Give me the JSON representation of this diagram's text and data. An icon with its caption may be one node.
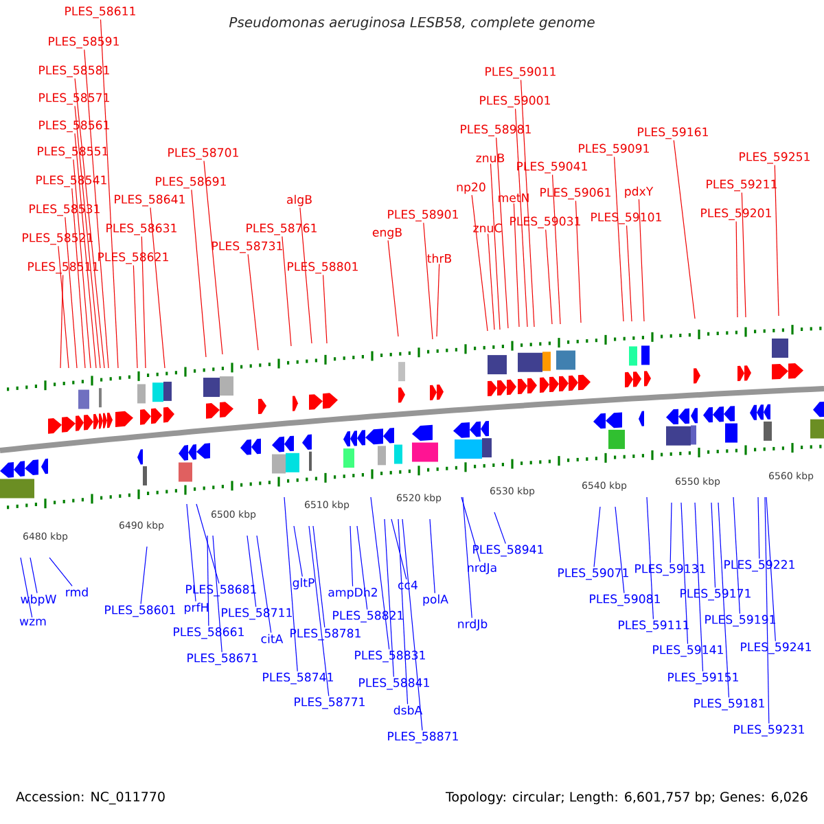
{
  "diagram": {
    "title": "Pseudomonas aeruginosa LESB58, complete genome",
    "nodes": [
      {
        "text": [
          "PLES_58511"
        ]
      },
      {
        "text": [
          "PLES_58521"
        ]
      },
      {
        "text": [
          "PLES_58531"
        ]
      },
      {
        "text": [
          "PLES_58541"
        ]
      },
      {
        "text": [
          "PLES_58551"
        ]
      },
      {
        "text": [
          "PLES_58561"
        ]
      },
      {
        "text": [
          "PLES_58571"
        ]
      },
      {
        "text": [
          "PLES_58581"
        ]
      },
      {
        "text": [
          "PLES_58591"
        ]
      },
      {
        "text": [
          "PLES_58611"
        ]
      },
      {
        "text": [
          "PLES_58621"
        ]
      },
      {
        "text": [
          "PLES_58631"
        ]
      },
      {
        "text": [
          "PLES_58641"
        ]
      },
      {
        "text": [
          "PLES_58691"
        ]
      },
      {
        "text": [
          "PLES_58701"
        ]
      },
      {
        "text": [
          "PLES_58731"
        ]
      },
      {
        "text": [
          "PLES_58761"
        ]
      },
      {
        "text": [
          "algB"
        ]
      },
      {
        "text": [
          "PLES_58801"
        ]
      },
      {
        "text": [
          "engB"
        ]
      },
      {
        "text": [
          "PLES_58901"
        ]
      },
      {
        "text": [
          "thrB"
        ]
      },
      {
        "text": [
          "np20"
        ]
      },
      {
        "text": [
          "znuC"
        ]
      },
      {
        "text": [
          "znuB"
        ]
      },
      {
        "text": [
          "PLES_58981"
        ]
      },
      {
        "text": [
          "metN"
        ]
      },
      {
        "text": [
          "PLES_59031"
        ]
      },
      {
        "text": [
          "PLES_59001"
        ]
      },
      {
        "text": [
          "PLES_59011"
        ]
      },
      {
        "text": [
          "PLES_59041"
        ]
      },
      {
        "text": [
          "PLES_59061"
        ]
      },
      {
        "text": [
          "PLES_59091"
        ]
      },
      {
        "text": [
          "PLES_59101"
        ]
      },
      {
        "text": [
          "pdxY"
        ]
      },
      {
        "text": [
          "PLES_59161"
        ]
      },
      {
        "text": [
          "PLES_59201"
        ]
      },
      {
        "text": [
          "PLES_59211"
        ]
      },
      {
        "text": [
          "PLES_59251"
        ]
      },
      {
        "text": [
          "wzm"
        ]
      },
      {
        "text": [
          "wbpW"
        ]
      },
      {
        "text": [
          "rmd"
        ]
      },
      {
        "text": [
          "PLES_58601"
        ]
      },
      {
        "text": [
          "prfH"
        ]
      },
      {
        "text": [
          "PLES_58681"
        ]
      },
      {
        "text": [
          "PLES_58661"
        ]
      },
      {
        "text": [
          "PLES_58671"
        ]
      },
      {
        "text": [
          "PLES_58711"
        ]
      },
      {
        "text": [
          "citA"
        ]
      },
      {
        "text": [
          "gltP"
        ]
      },
      {
        "text": [
          "PLES_58781"
        ]
      },
      {
        "text": [
          "PLES_58741"
        ]
      },
      {
        "text": [
          "PLES_58771"
        ]
      },
      {
        "text": [
          "ampDh2"
        ]
      },
      {
        "text": [
          "PLES_58821"
        ]
      },
      {
        "text": [
          "PLES_58831"
        ]
      },
      {
        "text": [
          "cc4"
        ]
      },
      {
        "text": [
          "PLES_58841"
        ]
      },
      {
        "text": [
          "dsbA"
        ]
      },
      {
        "text": [
          "PLES_58871"
        ]
      },
      {
        "text": [
          "polA"
        ]
      },
      {
        "text": [
          "nrdJa"
        ]
      },
      {
        "text": [
          "nrdJb"
        ]
      },
      {
        "text": [
          "PLES_58941"
        ]
      },
      {
        "text": [
          "PLES_59071"
        ]
      },
      {
        "text": [
          "PLES_59081"
        ]
      },
      {
        "text": [
          "PLES_59111"
        ]
      },
      {
        "text": [
          "PLES_59131"
        ]
      },
      {
        "text": [
          "PLES_59141"
        ]
      },
      {
        "text": [
          "PLES_59151"
        ]
      },
      {
        "text": [
          "PLES_59171"
        ]
      },
      {
        "text": [
          "PLES_59181"
        ]
      },
      {
        "text": [
          "PLES_59191"
        ]
      },
      {
        "text": [
          "PLES_59221"
        ]
      },
      {
        "text": [
          "PLES_59241"
        ]
      },
      {
        "text": [
          "PLES_59231"
        ]
      }
    ],
    "edges": [
      {
        "from": 0,
        "to": null,
        "arrow": "none"
      },
      {
        "from": 1,
        "to": null,
        "arrow": "none"
      },
      {
        "from": 2,
        "to": null,
        "arrow": "none"
      },
      {
        "from": 3,
        "to": null,
        "arrow": "none"
      },
      {
        "from": 4,
        "to": null,
        "arrow": "none"
      },
      {
        "from": 5,
        "to": null,
        "arrow": "none"
      },
      {
        "from": 6,
        "to": null,
        "arrow": "none"
      },
      {
        "from": 7,
        "to": null,
        "arrow": "none"
      },
      {
        "from": 8,
        "to": null,
        "arrow": "none"
      },
      {
        "from": 9,
        "to": null,
        "arrow": "none"
      },
      {
        "from": 10,
        "to": null,
        "arrow": "none"
      },
      {
        "from": 11,
        "to": null,
        "arrow": "none"
      },
      {
        "from": 12,
        "to": null,
        "arrow": "none"
      },
      {
        "from": 13,
        "to": null,
        "arrow": "none"
      },
      {
        "from": 14,
        "to": null,
        "arrow": "none"
      },
      {
        "from": 15,
        "to": null,
        "arrow": "none"
      },
      {
        "from": 16,
        "to": null,
        "arrow": "none"
      },
      {
        "from": 17,
        "to": null,
        "arrow": "none"
      },
      {
        "from": 18,
        "to": null,
        "arrow": "none"
      },
      {
        "from": 19,
        "to": null,
        "arrow": "none"
      },
      {
        "from": 20,
        "to": null,
        "arrow": "none"
      },
      {
        "from": 21,
        "to": null,
        "arrow": "none"
      },
      {
        "from": 22,
        "to": null,
        "arrow": "none"
      },
      {
        "from": 23,
        "to": null,
        "arrow": "none"
      },
      {
        "from": 24,
        "to": null,
        "arrow": "none"
      },
      {
        "from": 25,
        "to": null,
        "arrow": "none"
      },
      {
        "from": 26,
        "to": null,
        "arrow": "none"
      },
      {
        "from": 27,
        "to": null,
        "arrow": "none"
      },
      {
        "from": 28,
        "to": null,
        "arrow": "none"
      },
      {
        "from": 29,
        "to": null,
        "arrow": "none"
      },
      {
        "from": 30,
        "to": null,
        "arrow": "none"
      },
      {
        "from": 31,
        "to": null,
        "arrow": "none"
      },
      {
        "from": 32,
        "to": null,
        "arrow": "none"
      },
      {
        "from": 33,
        "to": null,
        "arrow": "none"
      },
      {
        "from": 34,
        "to": null,
        "arrow": "none"
      },
      {
        "from": 35,
        "to": null,
        "arrow": "none"
      },
      {
        "from": 36,
        "to": null,
        "arrow": "none"
      },
      {
        "from": 37,
        "to": null,
        "arrow": "none"
      },
      {
        "from": 38,
        "to": null,
        "arrow": "none"
      },
      {
        "from": 39,
        "to": null,
        "arrow": "none",
        "color": "#0000ff"
      },
      {
        "from": 40,
        "to": null,
        "arrow": "none",
        "color": "#0000ff"
      },
      {
        "from": 41,
        "to": null,
        "arrow": "none",
        "color": "#0000ff"
      },
      {
        "from": 42,
        "to": null,
        "arrow": "none",
        "color": "#0000ff"
      },
      {
        "from": 43,
        "to": null,
        "arrow": "none",
        "color": "#0000ff"
      },
      {
        "from": 44,
        "to": null,
        "arrow": "none",
        "color": "#0000ff"
      },
      {
        "from": 45,
        "to": null,
        "arrow": "none",
        "color": "#0000ff"
      },
      {
        "from": 46,
        "to": null,
        "arrow": "none",
        "color": "#0000ff"
      },
      {
        "from": 47,
        "to": null,
        "arrow": "none",
        "color": "#0000ff"
      },
      {
        "from": 48,
        "to": null,
        "arrow": "none",
        "color": "#0000ff"
      },
      {
        "from": 49,
        "to": null,
        "arrow": "none",
        "color": "#0000ff"
      },
      {
        "from": 50,
        "to": null,
        "arrow": "none",
        "color": "#0000ff"
      },
      {
        "from": 51,
        "to": null,
        "arrow": "none",
        "color": "#0000ff"
      },
      {
        "from": 52,
        "to": null,
        "arrow": "none",
        "color": "#0000ff"
      },
      {
        "from": 53,
        "to": null,
        "arrow": "none",
        "color": "#0000ff"
      },
      {
        "from": 54,
        "to": null,
        "arrow": "none",
        "color": "#0000ff"
      },
      {
        "from": 55,
        "to": null,
        "arrow": "none",
        "color": "#0000ff"
      },
      {
        "from": 56,
        "to": null,
        "arrow": "none",
        "color": "#0000ff"
      },
      {
        "from": 57,
        "to": null,
        "arrow": "none",
        "color": "#0000ff"
      },
      {
        "from": 58,
        "to": null,
        "arrow": "none",
        "color": "#0000ff"
      },
      {
        "from": 59,
        "to": null,
        "arrow": "none",
        "color": "#0000ff"
      },
      {
        "from": 60,
        "to": null,
        "arrow": "none",
        "color": "#0000ff"
      },
      {
        "from": 61,
        "to": null,
        "arrow": "none",
        "color": "#0000ff"
      },
      {
        "from": 62,
        "to": null,
        "arrow": "none",
        "color": "#0000ff"
      },
      {
        "from": 63,
        "to": null,
        "arrow": "none",
        "color": "#0000ff"
      },
      {
        "from": 64,
        "to": null,
        "arrow": "none",
        "color": "#0000ff"
      },
      {
        "from": 65,
        "to": null,
        "arrow": "none",
        "color": "#0000ff"
      },
      {
        "from": 66,
        "to": null,
        "arrow": "none",
        "color": "#0000ff"
      },
      {
        "from": 67,
        "to": null,
        "arrow": "none",
        "color": "#0000ff"
      },
      {
        "from": 68,
        "to": null,
        "arrow": "none",
        "color": "#0000ff"
      },
      {
        "from": 69,
        "to": null,
        "arrow": "none",
        "color": "#0000ff"
      },
      {
        "from": 70,
        "to": null,
        "arrow": "none",
        "color": "#0000ff"
      },
      {
        "from": 71,
        "to": null,
        "arrow": "none",
        "color": "#0000ff"
      },
      {
        "from": 72,
        "to": null,
        "arrow": "none",
        "color": "#0000ff"
      },
      {
        "from": 73,
        "to": null,
        "arrow": "none",
        "color": "#0000ff"
      },
      {
        "from": 74,
        "to": null,
        "arrow": "none",
        "color": "#0000ff"
      },
      {
        "from": 75,
        "to": null,
        "arrow": "none",
        "color": "#0000ff"
      }
    ],
    "labels": [
      "6480 kbp",
      "6490 kbp",
      "6500 kbp",
      "6510 kbp",
      "6520 kbp",
      "6530 kbp",
      "6540 kbp",
      "6550 kbp",
      "6560 kbp",
      "Accession: NC_011770",
      "Topology: circular; Length: 6,601,757 bp; Genes: 6,026"
    ]
  }
}
